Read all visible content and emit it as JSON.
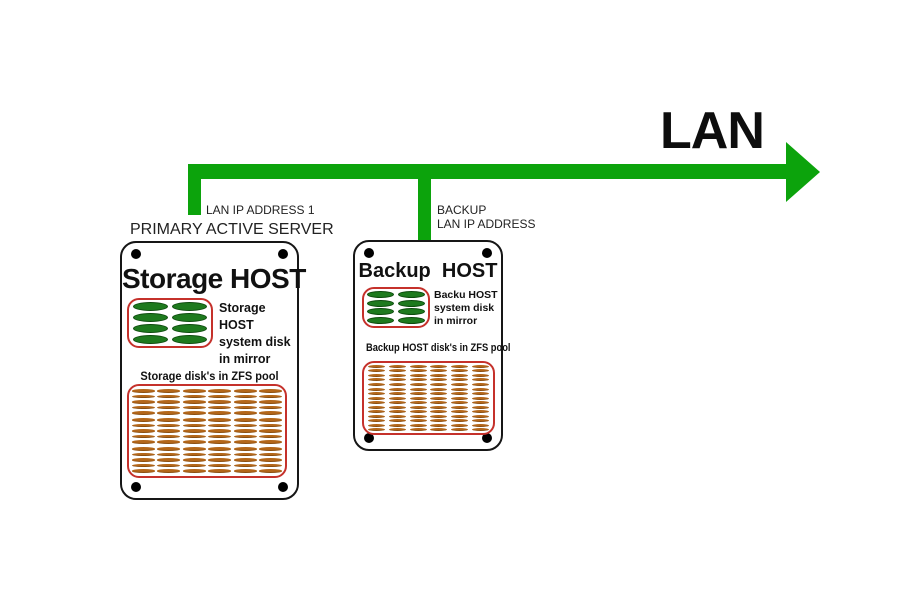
{
  "colors": {
    "lan_green": "#0ca30c",
    "disk_green": "#1e7a1e",
    "disk_green_dark": "#0d4a0d",
    "disk_orange": "#b4671a",
    "disk_orange_dark": "#8a4e10",
    "red_outline": "#c5312b",
    "text": "#1a1a1a"
  },
  "lan": {
    "label": "LAN"
  },
  "links": {
    "primary_ip_label": "LAN IP ADDRESS 1",
    "backup_ip_label_line1": "BACKUP",
    "backup_ip_label_line2": "LAN IP ADDRESS"
  },
  "primary": {
    "header": "PRIMARY ACTIVE SERVER",
    "title": "Storage HOST",
    "mirror_label_line1": "Storage HOST",
    "mirror_label_line2": "system disk",
    "mirror_label_line3": "in mirror",
    "mirror_disks": {
      "stacks": 2,
      "platters": 4
    },
    "pool_label": "Storage disk's in ZFS pool",
    "pool_disks": {
      "columns": 6,
      "rows": 3,
      "platters": 5
    }
  },
  "backup": {
    "title": "Backup  HOST",
    "mirror_label_line1": "Backu HOST",
    "mirror_label_line2": "system disk",
    "mirror_label_line3": "in mirror",
    "mirror_disks": {
      "stacks": 2,
      "platters": 4
    },
    "pool_label": "Backup HOST disk's in ZFS pool",
    "pool_disks": {
      "columns": 6,
      "rows": 3,
      "platters": 5
    }
  }
}
